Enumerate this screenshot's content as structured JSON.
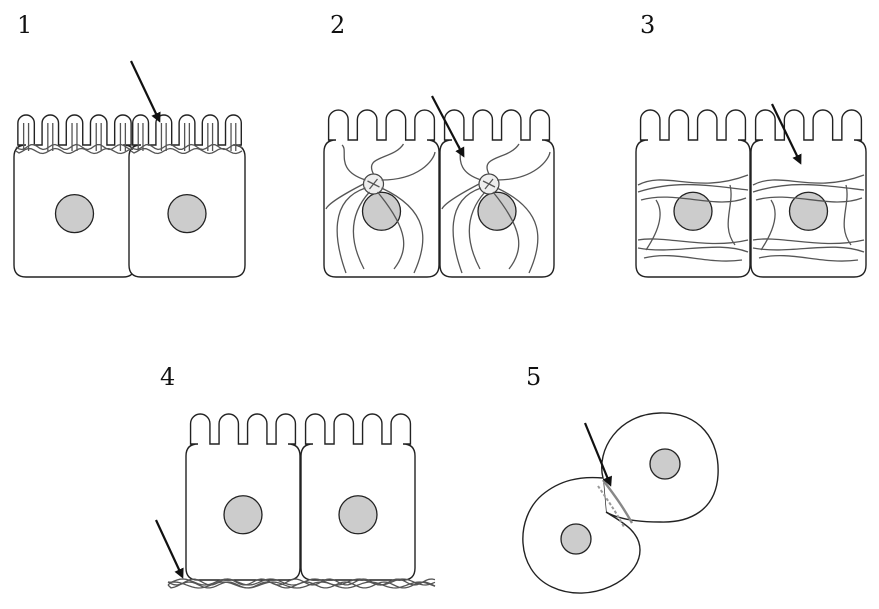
{
  "panels": [
    {
      "label": "1"
    },
    {
      "label": "2"
    },
    {
      "label": "3"
    },
    {
      "label": "4"
    },
    {
      "label": "5"
    }
  ],
  "colors": {
    "nucleus_fill": "#cccccc",
    "outline": "#222222",
    "filament": "#555555"
  }
}
